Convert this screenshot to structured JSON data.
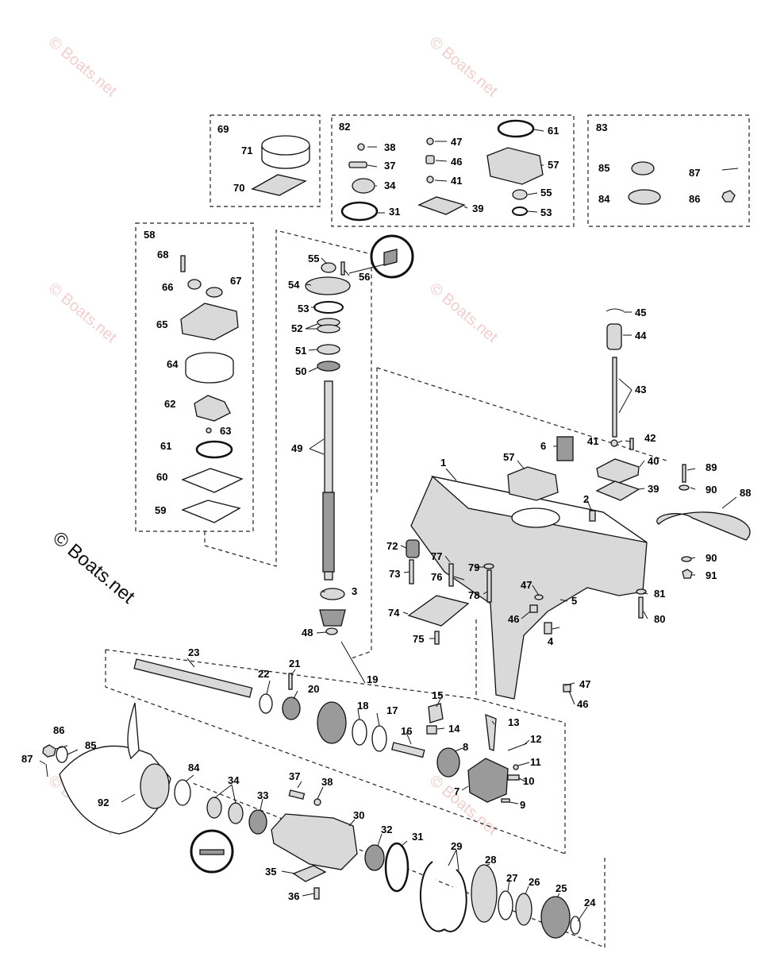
{
  "watermark": "© Boats.net",
  "corner_watermark": "© Boats.net",
  "kit_labels": {
    "k58": "58",
    "k69": "69",
    "k82": "82",
    "k83": "83"
  },
  "labels": {
    "p1": "1",
    "p2": "2",
    "p3": "3",
    "p4": "4",
    "p5": "5",
    "p6": "6",
    "p7": "7",
    "p8": "8",
    "p9": "9",
    "p10": "10",
    "p11": "11",
    "p12": "12",
    "p13": "13",
    "p14": "14",
    "p15": "15",
    "p16": "16",
    "p17": "17",
    "p18": "18",
    "p19": "19",
    "p20": "20",
    "p21": "21",
    "p22": "22",
    "p23": "23",
    "p24": "24",
    "p25": "25",
    "p26": "26",
    "p27": "27",
    "p28": "28",
    "p29": "29",
    "p30": "30",
    "p31": "31",
    "p32": "32",
    "p33": "33",
    "p34": "34",
    "p35": "35",
    "p36": "36",
    "p37": "37",
    "p38": "38",
    "p39": "39",
    "p40": "40",
    "p41": "41",
    "p42": "42",
    "p43": "43",
    "p44": "44",
    "p45": "45",
    "p46": "46",
    "p47": "47",
    "p48": "48",
    "p49": "49",
    "p50": "50",
    "p51": "51",
    "p52": "52",
    "p53": "53",
    "p54": "54",
    "p55": "55",
    "p56": "56",
    "p57": "57",
    "p59": "59",
    "p60": "60",
    "p61": "61",
    "p62": "62",
    "p63": "63",
    "p64": "64",
    "p65": "65",
    "p66": "66",
    "p67": "67",
    "p68": "68",
    "p70": "70",
    "p71": "71",
    "p72": "72",
    "p73": "73",
    "p74": "74",
    "p75": "75",
    "p76": "76",
    "p77": "77",
    "p78": "78",
    "p79": "79",
    "p80": "80",
    "p81": "81",
    "p84": "84",
    "p85": "85",
    "p86": "86",
    "p87": "87",
    "p88": "88",
    "p89": "89",
    "p90": "90",
    "p91": "91",
    "p92": "92"
  },
  "colors": {
    "line": "#111111",
    "watermark": "#e9b5b5",
    "fill_light": "#d9d9d9",
    "fill_dark": "#9a9a9a"
  }
}
